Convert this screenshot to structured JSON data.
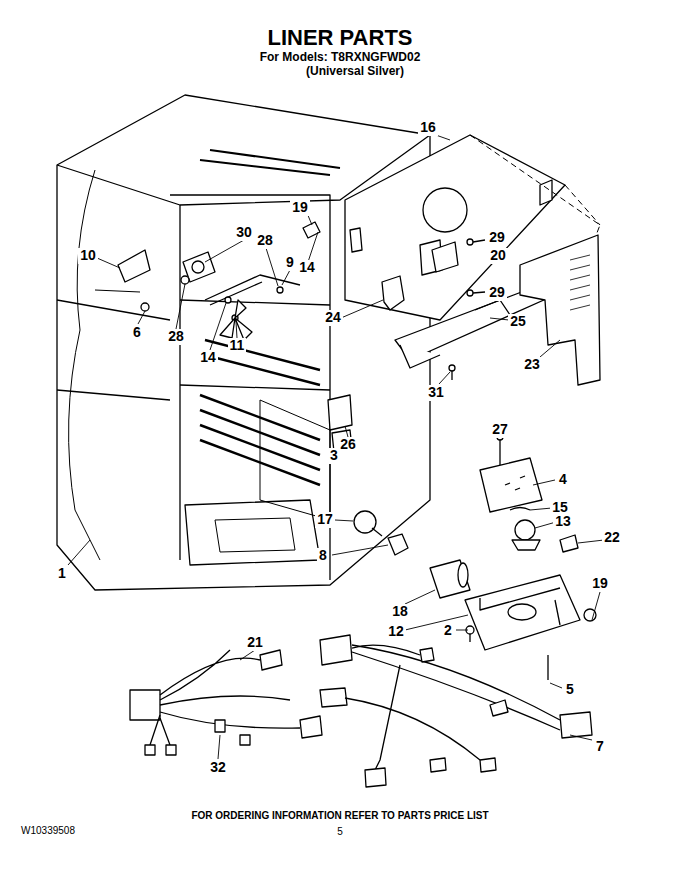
{
  "diagram": {
    "title": "LINER PARTS",
    "labels": [
      "For Models: T8RXNGFWD02",
      "(Universal Silver)",
      "16",
      "19",
      "10",
      "30",
      "28",
      "9",
      "14",
      "29",
      "20",
      "29",
      "6",
      "28",
      "11",
      "14",
      "24",
      "25",
      "23",
      "31",
      "26",
      "27",
      "3",
      "4",
      "15",
      "13",
      "17",
      "22",
      "8",
      "19",
      "18",
      "12",
      "2",
      "5",
      "21",
      "1",
      "7",
      "32",
      "FOR ORDERING INFORMATION REFER TO PARTS PRICE LIST",
      "W10339508",
      "5"
    ]
  }
}
